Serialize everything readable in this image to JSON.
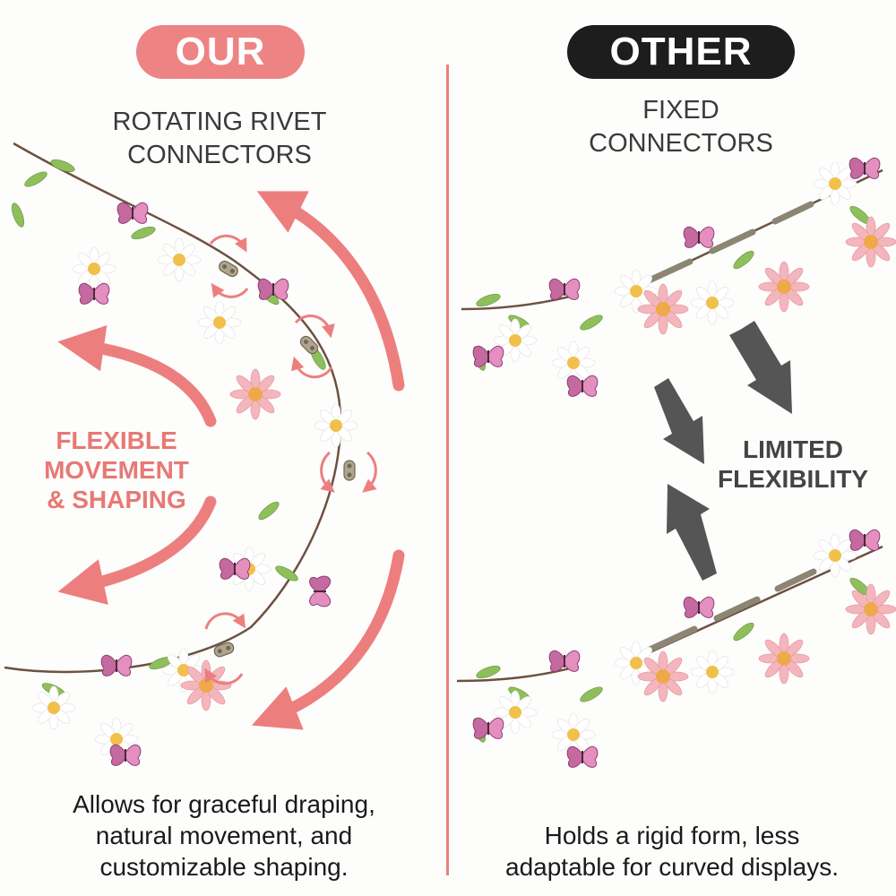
{
  "left": {
    "badge": "OUR",
    "subtitle_line1": "ROTATING RIVET",
    "subtitle_line2": "CONNECTORS",
    "callout_line1": "FLEXIBLE",
    "callout_line2": "MOVEMENT",
    "callout_line3": "& SHAPING",
    "caption_line1": "Allows for graceful draping,",
    "caption_line2": "natural movement, and",
    "caption_line3": "customizable shaping."
  },
  "right": {
    "badge": "OTHER",
    "subtitle_line1": "FIXED",
    "subtitle_line2": "CONNECTORS",
    "callout_line1": "LIMITED",
    "callout_line2": "FLEXIBILITY",
    "caption_line1": "Holds a rigid form, less",
    "caption_line2": "adaptable for curved displays."
  },
  "colors": {
    "accent_pink": "#ee8383",
    "dark": "#1d1d1d",
    "divider": "#e7817c",
    "arrow_gray": "#555555"
  },
  "icons": [
    "flower-garland",
    "butterfly",
    "rivet-connector",
    "rotation-arrow",
    "curved-arrow",
    "straight-arrow"
  ]
}
